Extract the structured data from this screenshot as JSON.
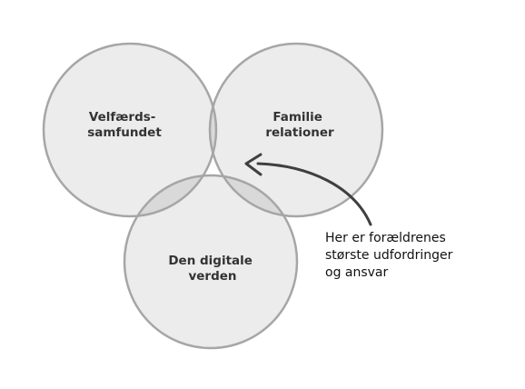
{
  "venn": {
    "circle_a": {
      "line1": "Velfærds-",
      "line2": "samfundet"
    },
    "circle_b": {
      "line1": "Familie",
      "line2": "relationer"
    },
    "circle_c": {
      "line1": "Den digitale",
      "line2": "verden"
    }
  },
  "annotation": {
    "line1": "Her er forældrenes",
    "line2": "største udfordringer",
    "line3": "og ansvar"
  },
  "colors": {
    "background": "#ffffff",
    "circle_fill": "#ececec",
    "circle_stroke": "#a6a6a6",
    "pair_overlap_fill": "#d9d9d9",
    "center_overlap_fill": "#8c8c8c",
    "arrow": "#3f3f3f",
    "label_text": "#333333"
  }
}
